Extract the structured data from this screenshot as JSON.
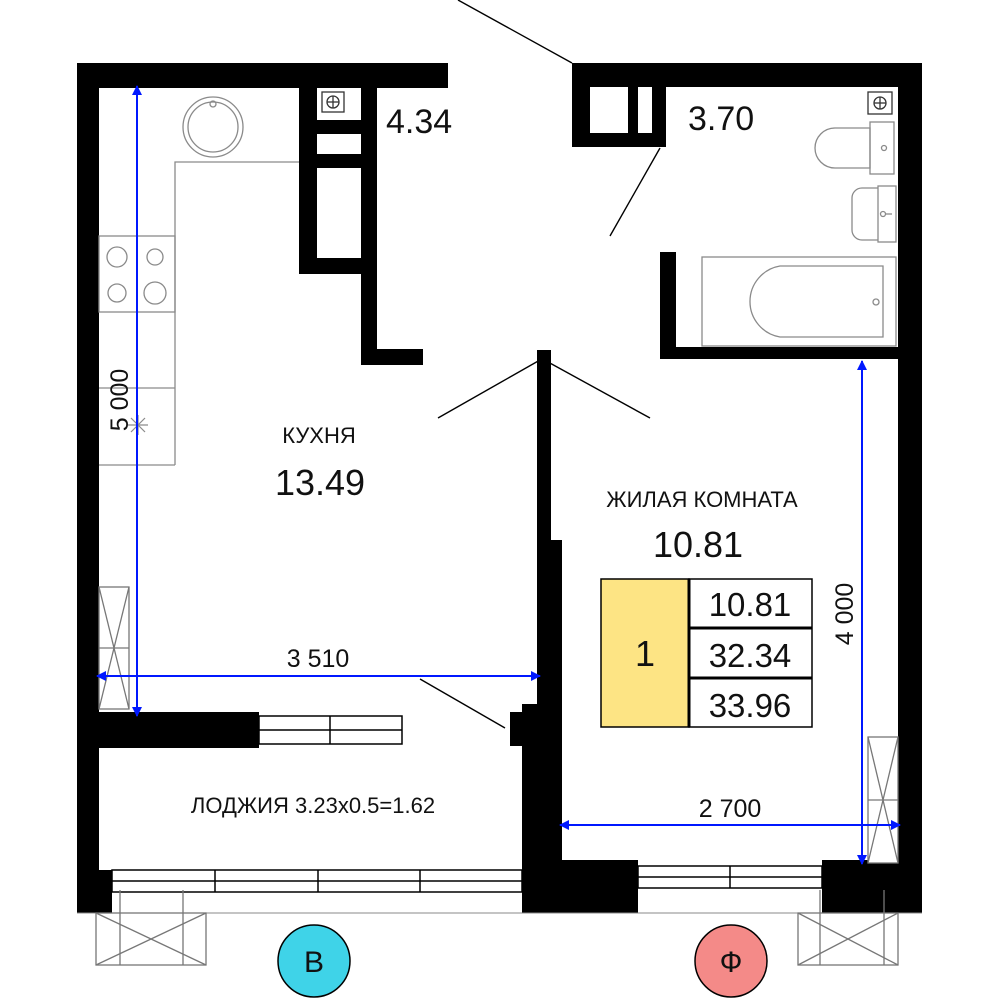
{
  "rooms": {
    "kitchen": {
      "name": "КУХНЯ",
      "area": "13.49"
    },
    "living": {
      "name": "ЖИЛАЯ КОМНАТА",
      "area": "10.81"
    },
    "hall": {
      "area": "4.34"
    },
    "bathroom": {
      "area": "3.70"
    },
    "loggia": {
      "label": "ЛОДЖИЯ 3.23x0.5=1.62"
    }
  },
  "dimensions": {
    "kitchen_width": "3 510",
    "kitchen_length": "5 000",
    "living_width": "2 700",
    "living_length": "4 000"
  },
  "summary": {
    "rooms_count": "1",
    "living_area": "10.81",
    "total_area": "32.34",
    "total_with_loggia": "33.96"
  },
  "markers": {
    "left": "В",
    "right": "Ф"
  },
  "colors": {
    "wall": "#000000",
    "dimension": "#0018ff",
    "summary_fill": "#fde484",
    "marker_left": "#3fd3e8",
    "marker_right": "#f48a88",
    "fixture": "#8a8a8a"
  }
}
